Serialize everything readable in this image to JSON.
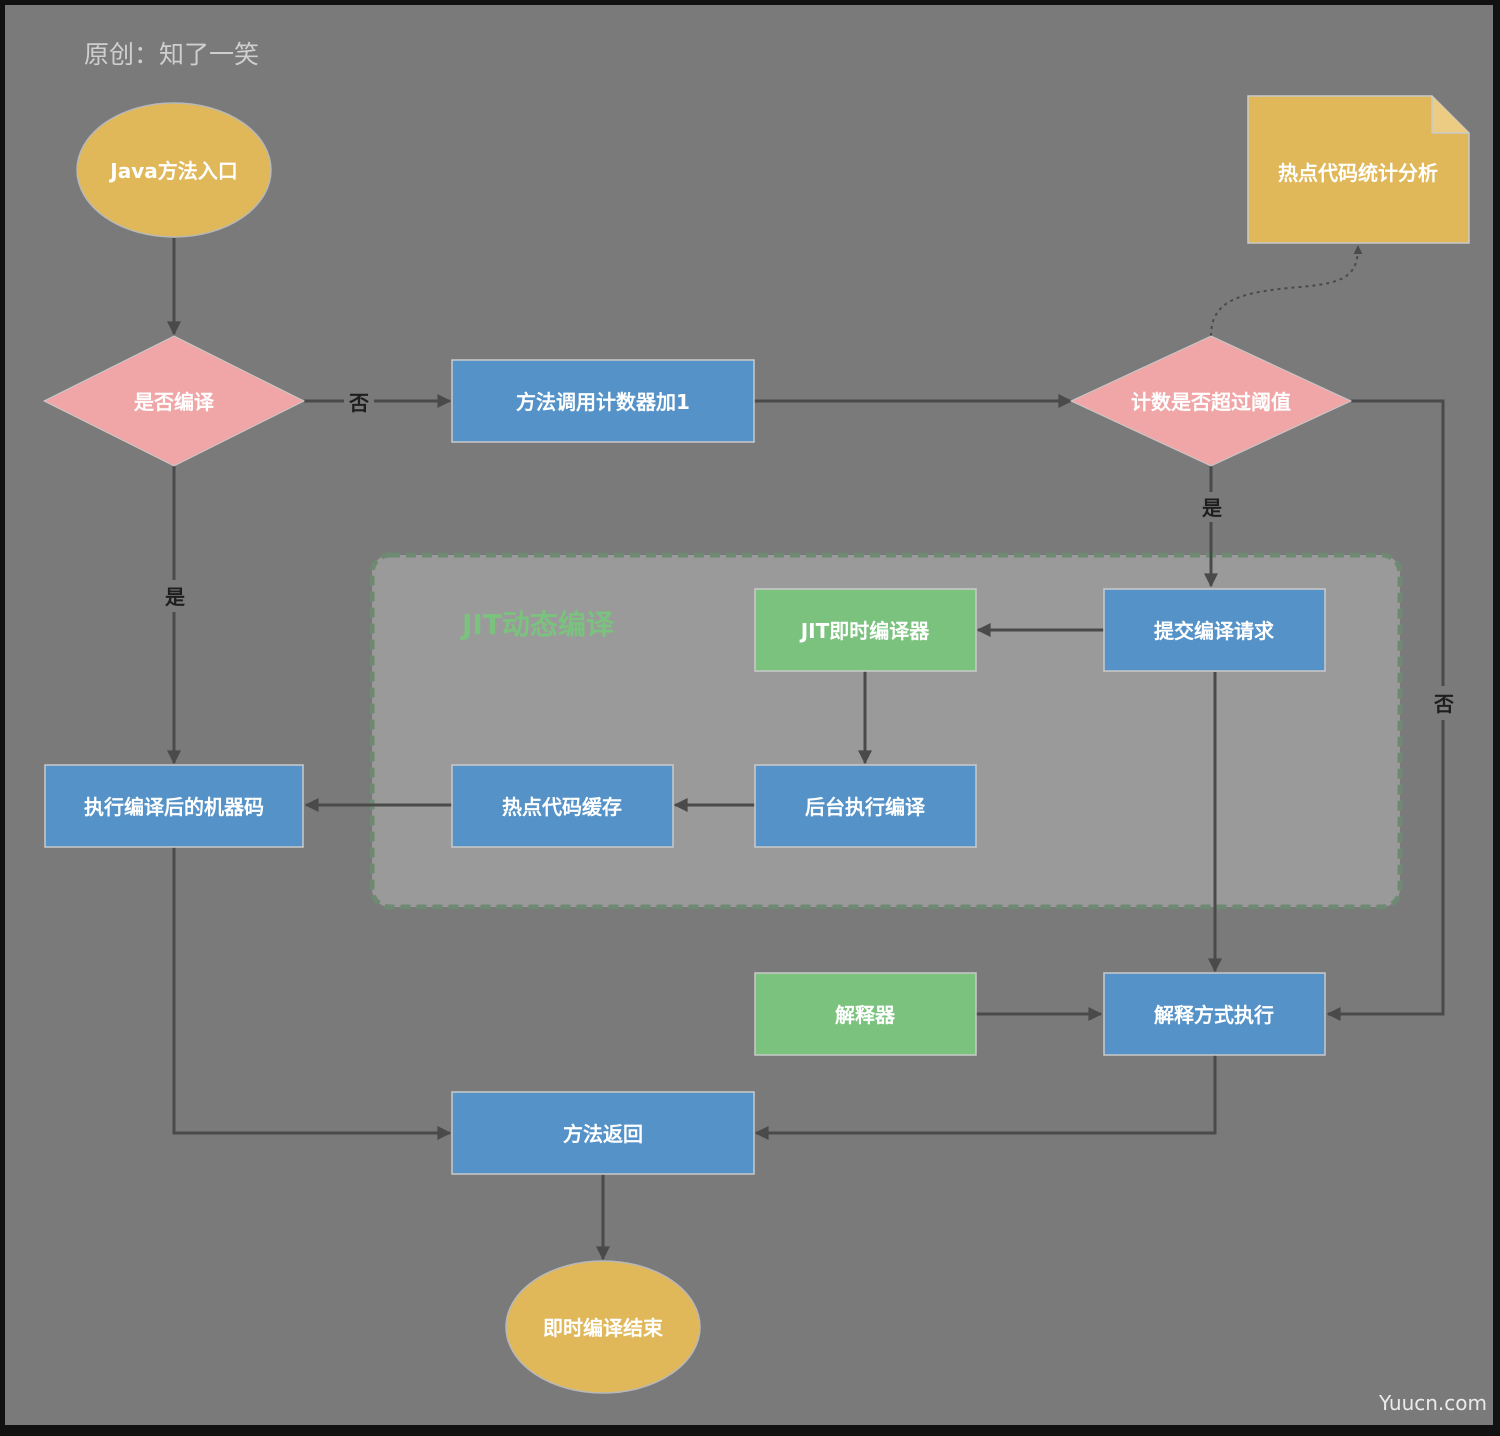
{
  "header": {
    "author_credit": "原创：知了一笑"
  },
  "watermark": {
    "text": "Yuucn.com"
  },
  "colors": {
    "canvas": "#7a7a7a",
    "terminal": "#e0b85a",
    "decision": "#f0a6a6",
    "process": "#5592c8",
    "compiler": "#7ac27e",
    "note": "#e0b85a",
    "group_fill": "#9a9a9a",
    "group_border": "#6f8a72",
    "group_title": "#7ac27e",
    "edge": "#4a4a4a"
  },
  "nodes": {
    "java_entry": "Java方法入口",
    "is_compiled": "是否编译",
    "counter_increment": "方法调用计数器加1",
    "threshold_check": "计数是否超过阈值",
    "hotspot_analysis": "热点代码统计分析",
    "submit_request": "提交编译请求",
    "jit_compiler": "JIT即时编译器",
    "background_compile": "后台执行编译",
    "hotspot_cache": "热点代码缓存",
    "execute_machine_code": "执行编译后的机器码",
    "interpreter": "解释器",
    "interpret_execute": "解释方式执行",
    "method_return": "方法返回",
    "jit_end": "即时编译结束"
  },
  "group": {
    "title": "JIT动态编译"
  },
  "edge_labels": {
    "no_compiled": "否",
    "yes_compiled": "是",
    "yes_threshold": "是",
    "no_threshold": "否"
  }
}
